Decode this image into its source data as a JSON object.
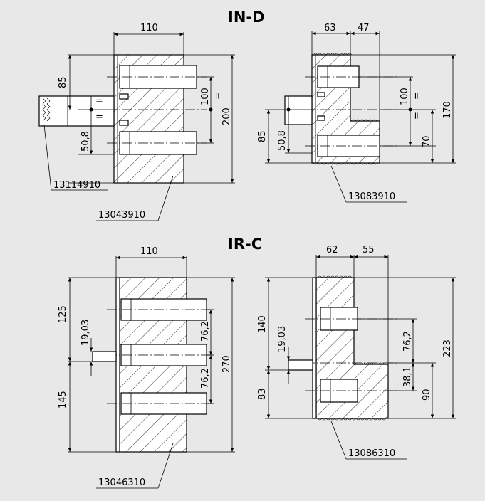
{
  "sections": [
    {
      "id": "in-d",
      "title": "IN-D"
    },
    {
      "id": "ir-c",
      "title": "IR-C"
    }
  ],
  "dimensions": {
    "ind_left": {
      "width_top": "110",
      "upper": "85",
      "lower": "50,8",
      "mid_right": "100",
      "total_right": "200",
      "eq1": "=",
      "eq2": "=",
      "eq3": "="
    },
    "ind_right": {
      "width_a": "63",
      "width_b": "47",
      "left_outer": "85",
      "left_inner": "50,8",
      "mid": "100",
      "lower_right": "70",
      "total_right": "170",
      "eq1": "=",
      "eq2": "="
    },
    "irc_left": {
      "width_top": "110",
      "upper": "125",
      "bore": "19,03",
      "lower": "145",
      "pitch_a": "76,2",
      "pitch_b": "76,2",
      "total_right": "270"
    },
    "irc_right": {
      "width_a": "62",
      "width_b": "55",
      "upper": "140",
      "bore": "19,03",
      "lower": "83",
      "pitch": "76,2",
      "step": "38,1",
      "lower_right": "90",
      "total_right": "223"
    }
  },
  "parts": [
    {
      "id": "13114910",
      "label": "13114910"
    },
    {
      "id": "13043910",
      "label": "13043910"
    },
    {
      "id": "13083910",
      "label": "13083910"
    },
    {
      "id": "13046310",
      "label": "13046310"
    },
    {
      "id": "13086310",
      "label": "13086310"
    }
  ]
}
